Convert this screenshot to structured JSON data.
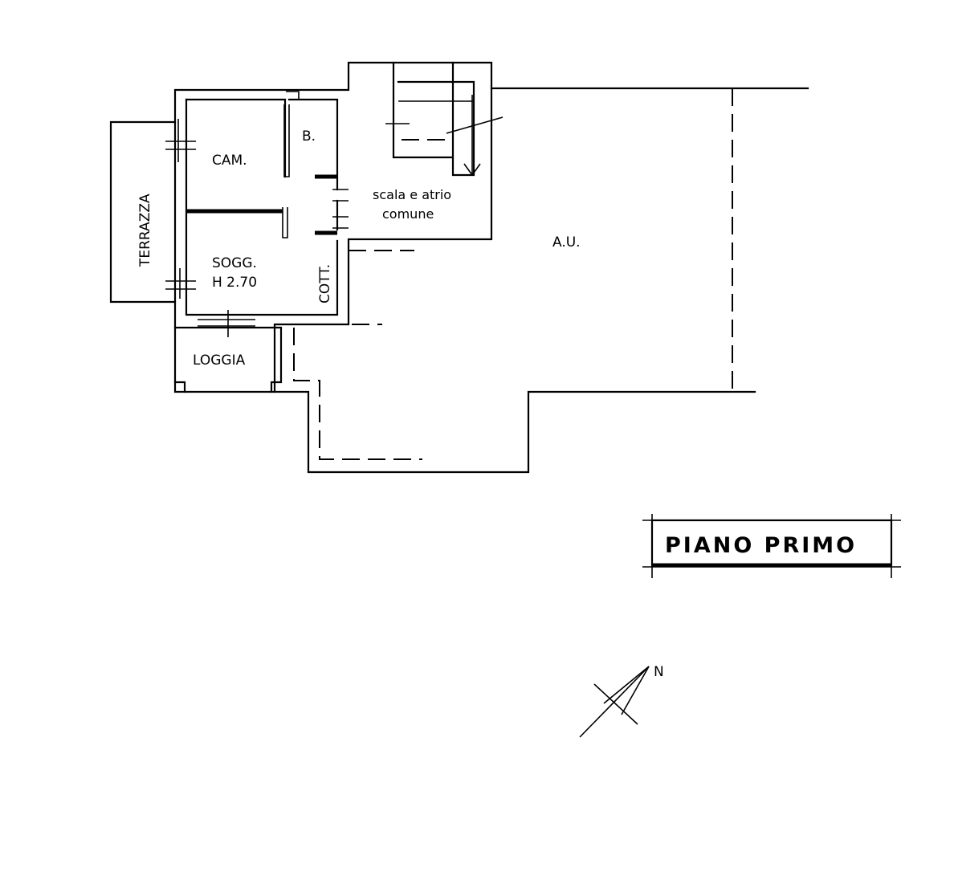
{
  "rooms": {
    "camera": "CAM.",
    "bagno": "B.",
    "scala_line1": "scala e atrio",
    "scala_line2": "comune",
    "area": "A.U.",
    "terrazza": "TERRAZZA",
    "soggiorno_line1": "SOGG.",
    "soggiorno_line2": "H 2.70",
    "cottura": "COTT.",
    "loggia": "LOGGIA"
  },
  "title_box": {
    "label": "PIANO  PRIMO"
  },
  "north_arrow": {
    "label": "N"
  }
}
